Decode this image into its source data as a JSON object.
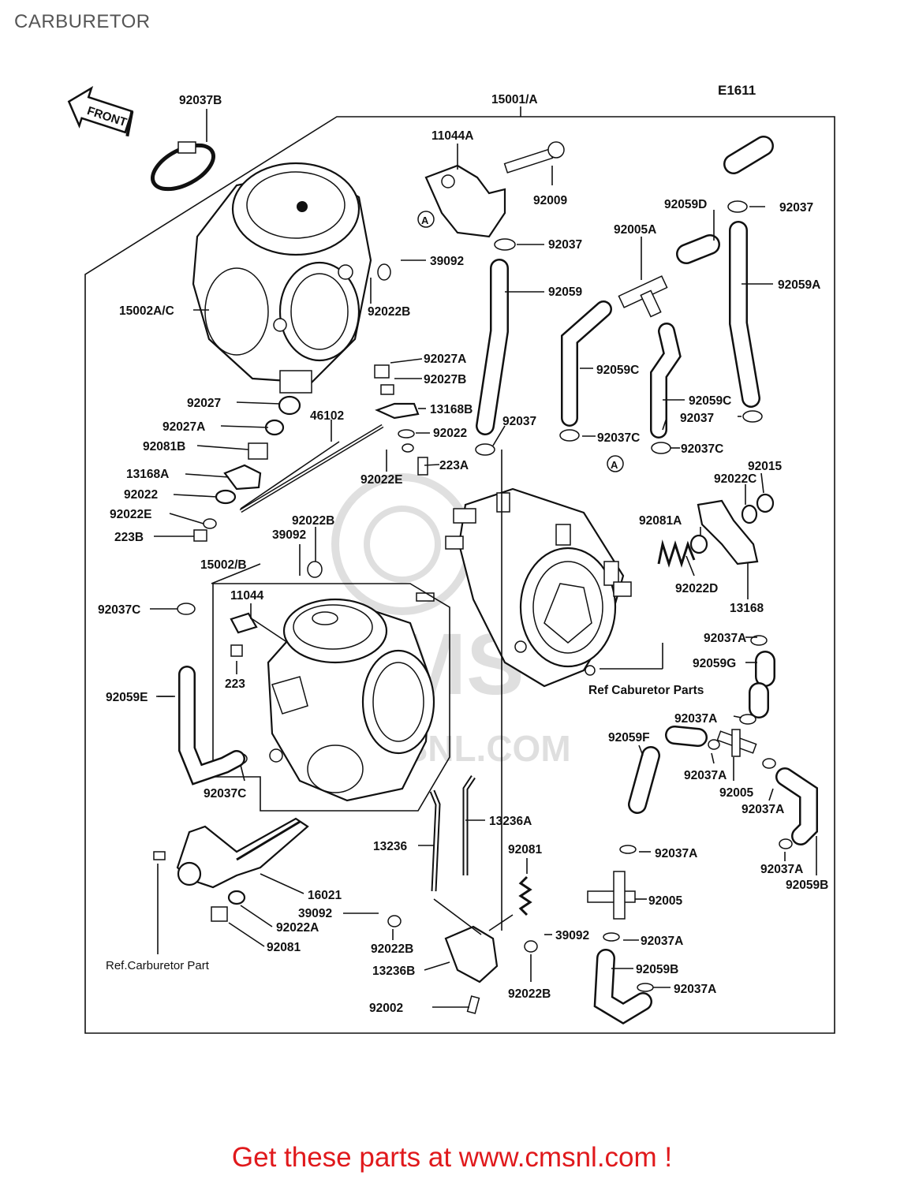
{
  "page": {
    "title": "CARBURETOR",
    "footer": "Get these parts at www.cmsnl.com !"
  },
  "diagram": {
    "code": "E1611",
    "front_label": "FRONT",
    "callout_marker": "A",
    "watermark_text": "CMS",
    "watermark_url": "CMSNL.COM",
    "labels": {
      "l92037B": "92037B",
      "l15001A": "15001/A",
      "l11044A": "11044A",
      "l92009": "92009",
      "l92059D": "92059D",
      "l92037_1": "92037",
      "l92005A": "92005A",
      "l92037_2": "92037",
      "l39092_1": "39092",
      "l92059": "92059",
      "l92059A": "92059A",
      "l15002AC": "15002A/C",
      "l92022B_1": "92022B",
      "l92059C_1": "92059C",
      "l92027A_1": "92027A",
      "l92027B": "92027B",
      "l92059C_2": "92059C",
      "l92027": "92027",
      "l46102": "46102",
      "l13168B": "13168B",
      "l92037_3": "92037",
      "l92037_4": "92037",
      "l92027A_2": "92027A",
      "l92022_1": "92022",
      "l92037C_1": "92037C",
      "l92037C_2": "92037C",
      "l92081B": "92081B",
      "l223A": "223A",
      "l92015": "92015",
      "l13168A": "13168A",
      "l92022E_1": "92022E",
      "l92022C": "92022C",
      "l92022_2": "92022",
      "l92022E_2": "92022E",
      "l92081A": "92081A",
      "l92022B_2": "92022B",
      "l223B": "223B",
      "l39092_2": "39092",
      "l15002B": "15002/B",
      "l92022D": "92022D",
      "l11044": "11044",
      "l13168": "13168",
      "l92037C_3": "92037C",
      "l92037A_1": "92037A",
      "l92059G": "92059G",
      "l223": "223",
      "l92059E": "92059E",
      "lRefParts": "Ref Caburetor Parts",
      "l92037A_2": "92037A",
      "l92059F": "92059F",
      "l92037A_3": "92037A",
      "l92005_1": "92005",
      "l92037C_4": "92037C",
      "l92037A_4": "92037A",
      "l13236A": "13236A",
      "l13236": "13236",
      "l92081_1": "92081",
      "l92037A_5": "92037A",
      "l92037A_6": "92037A",
      "l92059B_1": "92059B",
      "l16021": "16021",
      "l92005_2": "92005",
      "l39092_3": "39092",
      "l92022A": "92022A",
      "l39092_4": "39092",
      "l92037A_7": "92037A",
      "l92081_2": "92081",
      "l92022B_3": "92022B",
      "l92059B_2": "92059B",
      "l13236B": "13236B",
      "l92037A_8": "92037A",
      "lRefPart": "Ref.Carburetor Part",
      "l92022B_4": "92022B",
      "l92002": "92002"
    }
  }
}
